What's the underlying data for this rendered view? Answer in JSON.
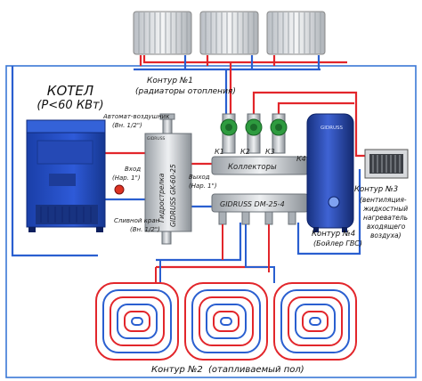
{
  "boiler": {
    "title": "КОТЕЛ",
    "power": "(P<60 КВт)"
  },
  "circuits": {
    "c1": {
      "title": "Контур №1",
      "sub": "(радиаторы отопления)"
    },
    "c2": {
      "title": "Контур №2",
      "sub": "(отапливаемый пол)"
    },
    "c3": {
      "title": "Контур №3",
      "sub_lines": [
        "(вентиляция-",
        "жидкостный",
        "нагреватель",
        "входящего",
        "воздуха)"
      ]
    },
    "c4": {
      "title": "Контур №4",
      "sub": "(Бойлер ГВС)"
    }
  },
  "labels": {
    "air_vent": "Автомат-воздушник",
    "air_vent_size": "(Вн. 1/2\")",
    "inlet": "Вход",
    "inlet_size": "(Нар. 1\")",
    "drain": "Сливной кран",
    "drain_size": "(Вн. 1/2\")",
    "outlet": "Выход",
    "outlet_size": "(Нар. 1\")",
    "collectors": "Коллекторы",
    "hydro_arrow": "Гидрострелка",
    "hydro_model": "GIDRUSS GK-60-25",
    "manifold_model": "GIDRUSS DM-25-4",
    "k1": "К1",
    "k2": "К2",
    "k3": "К3",
    "k4": "К4",
    "tank_brand": "GIDRUSS"
  },
  "colors": {
    "supply": "#e2262b",
    "return": "#2a5fd0",
    "boiler": "#1f4fc4",
    "tank": "#1d3fb0",
    "frame": "#3a78d6"
  }
}
